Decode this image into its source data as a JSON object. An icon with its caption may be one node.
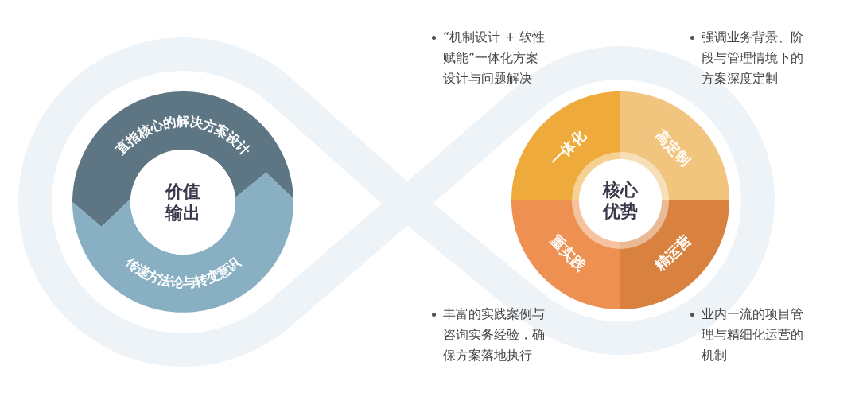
{
  "diagram": {
    "nodes": [
      {
        "text": [
          "直指核心的解决方案设计"
        ]
      },
      {
        "text": [
          "价值输出"
        ]
      },
      {
        "text": [
          "传递方法论与转变意识"
        ]
      },
      {
        "text": [
          "一体化"
        ],
        "beside": [
          "“机制设计 + 软性赋能”一体化方案设计与问题解决"
        ]
      },
      {
        "text": [
          "高定制"
        ],
        "beside": [
          "强调业务背景、阶段与管理情境下的方案深度定制"
        ]
      },
      {
        "text": [
          "核心优势"
        ]
      },
      {
        "text": [
          "重实践"
        ],
        "beside": [
          "丰富的实践案例与咨询实务经验，确保方案落地执行"
        ]
      },
      {
        "text": [
          "精运营"
        ],
        "beside": [
          "业内一流的项目管理与精细化运营的机制"
        ]
      }
    ]
  }
}
